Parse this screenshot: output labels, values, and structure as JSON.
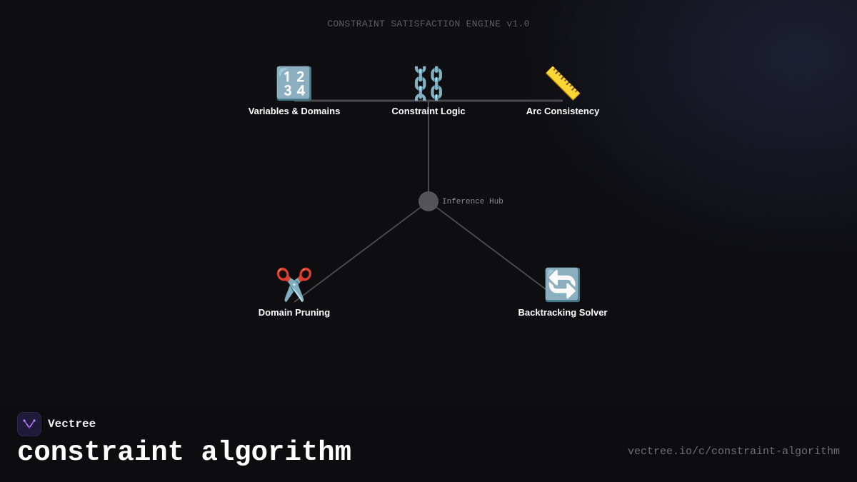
{
  "header": {
    "title": "CONSTRAINT SATISFACTION ENGINE v1.0"
  },
  "diagram": {
    "nodes": [
      {
        "id": "variables",
        "icon": "🔢",
        "icon_name": "input-numbers-icon",
        "label": "Variables & Domains"
      },
      {
        "id": "constraint",
        "icon": "⛓️",
        "icon_name": "chains-icon",
        "label": "Constraint Logic"
      },
      {
        "id": "arc",
        "icon": "📏",
        "icon_name": "ruler-icon",
        "label": "Arc Consistency"
      },
      {
        "id": "pruning",
        "icon": "✂️",
        "icon_name": "scissors-icon",
        "label": "Domain Pruning"
      },
      {
        "id": "backtracking",
        "icon": "🔄",
        "icon_name": "counterclockwise-arrows-icon",
        "label": "Backtracking Solver"
      }
    ],
    "hub": {
      "label": "Inference Hub",
      "color": "#555558"
    },
    "edges": [
      [
        "variables",
        "arc"
      ],
      [
        "constraint",
        "hub"
      ],
      [
        "hub",
        "pruning"
      ],
      [
        "hub",
        "backtracking"
      ]
    ],
    "edge_color": "#4a4a4e"
  },
  "footer": {
    "brand": "Vectree",
    "title": "constraint algorithm",
    "url": "vectree.io/c/constraint-algorithm"
  }
}
